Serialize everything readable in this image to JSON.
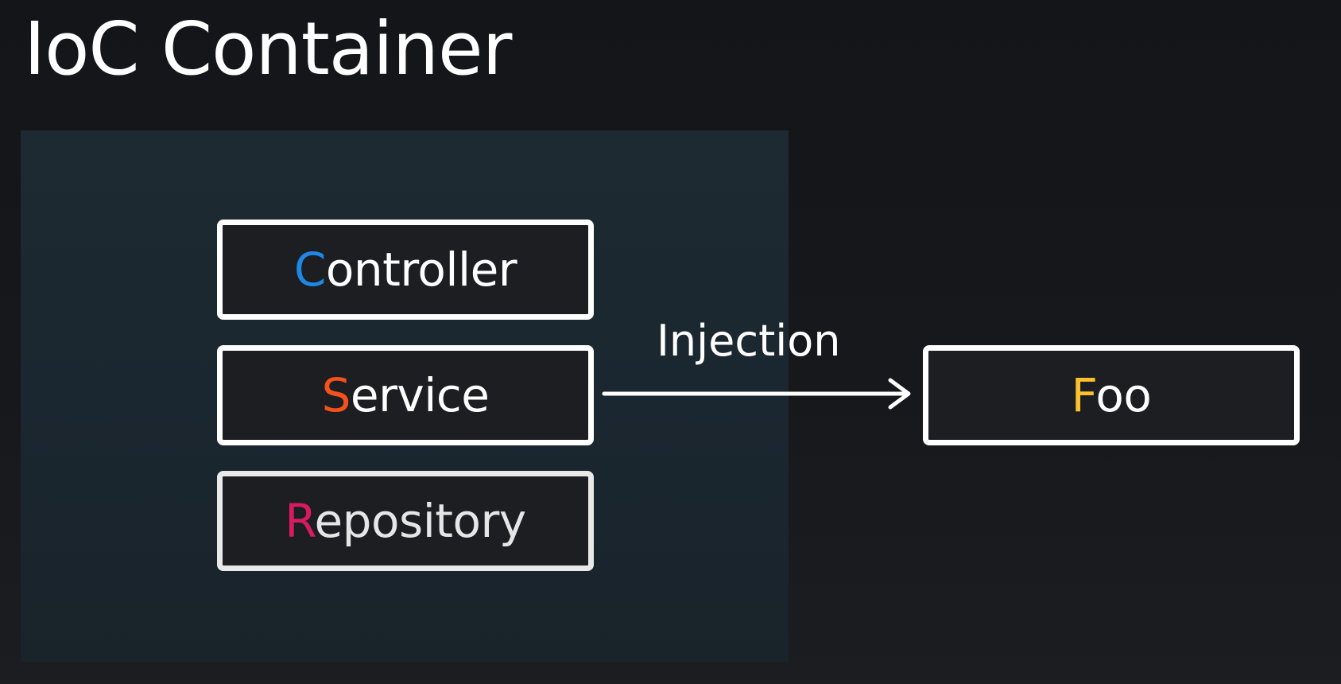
{
  "title": "IoC Container",
  "container": {
    "beans": [
      {
        "initial": "C",
        "rest": "ontroller",
        "accent": "#1e88e5"
      },
      {
        "initial": "S",
        "rest": "ervice",
        "accent": "#f4511e"
      },
      {
        "initial": "R",
        "rest": "epository",
        "accent": "#d81b60"
      }
    ]
  },
  "arrow_label": "Injection",
  "target": {
    "initial": "F",
    "rest": "oo",
    "accent": "#fbc02d"
  }
}
